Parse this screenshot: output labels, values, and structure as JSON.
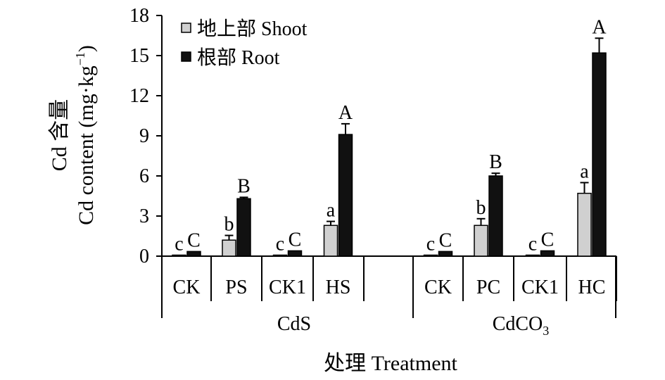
{
  "chart_data": {
    "type": "bar",
    "ylabel_line1": "Cd 含量",
    "ylabel_line2_main": "Cd content (mg·kg",
    "ylabel_line2_sup": "−1",
    "ylabel_line2_end": ")",
    "xlabel": "处理 Treatment",
    "ylim": [
      0,
      18
    ],
    "yticks": [
      0,
      3,
      6,
      9,
      12,
      15,
      18
    ],
    "legend_position": "top-left",
    "legend_order": [
      0,
      1
    ],
    "series": [
      {
        "name": "地上部 Shoot",
        "color": "#d0d0d0"
      },
      {
        "name": "根部 Root",
        "color": "#111111"
      }
    ],
    "groups": [
      {
        "name": "CdS",
        "name_sub": ""
      },
      {
        "name": "CdCO",
        "name_sub": "3"
      }
    ],
    "categories": [
      {
        "label": "CK",
        "group": 0,
        "shoot": 0.05,
        "shoot_err": 0,
        "root": 0.35,
        "root_err": 0,
        "shoot_sig": "c",
        "root_sig": "C"
      },
      {
        "label": "PS",
        "group": 0,
        "shoot": 1.2,
        "shoot_err": 0.35,
        "root": 4.3,
        "root_err": 0.1,
        "shoot_sig": "b",
        "root_sig": "B"
      },
      {
        "label": "CK1",
        "group": 0,
        "shoot": 0.05,
        "shoot_err": 0,
        "root": 0.4,
        "root_err": 0,
        "shoot_sig": "c",
        "root_sig": "C"
      },
      {
        "label": "HS",
        "group": 0,
        "shoot": 2.3,
        "shoot_err": 0.3,
        "root": 9.1,
        "root_err": 0.8,
        "shoot_sig": "a",
        "root_sig": "A"
      },
      {
        "label": "CK",
        "group": 1,
        "shoot": 0.05,
        "shoot_err": 0,
        "root": 0.35,
        "root_err": 0,
        "shoot_sig": "c",
        "root_sig": "C"
      },
      {
        "label": "PC",
        "group": 1,
        "shoot": 2.3,
        "shoot_err": 0.5,
        "root": 6.0,
        "root_err": 0.2,
        "shoot_sig": "b",
        "root_sig": "B"
      },
      {
        "label": "CK1",
        "group": 1,
        "shoot": 0.05,
        "shoot_err": 0,
        "root": 0.4,
        "root_err": 0,
        "shoot_sig": "c",
        "root_sig": "C"
      },
      {
        "label": "HC",
        "group": 1,
        "shoot": 4.7,
        "shoot_err": 0.8,
        "root": 15.2,
        "root_err": 1.1,
        "shoot_sig": "a",
        "root_sig": "A"
      }
    ]
  }
}
